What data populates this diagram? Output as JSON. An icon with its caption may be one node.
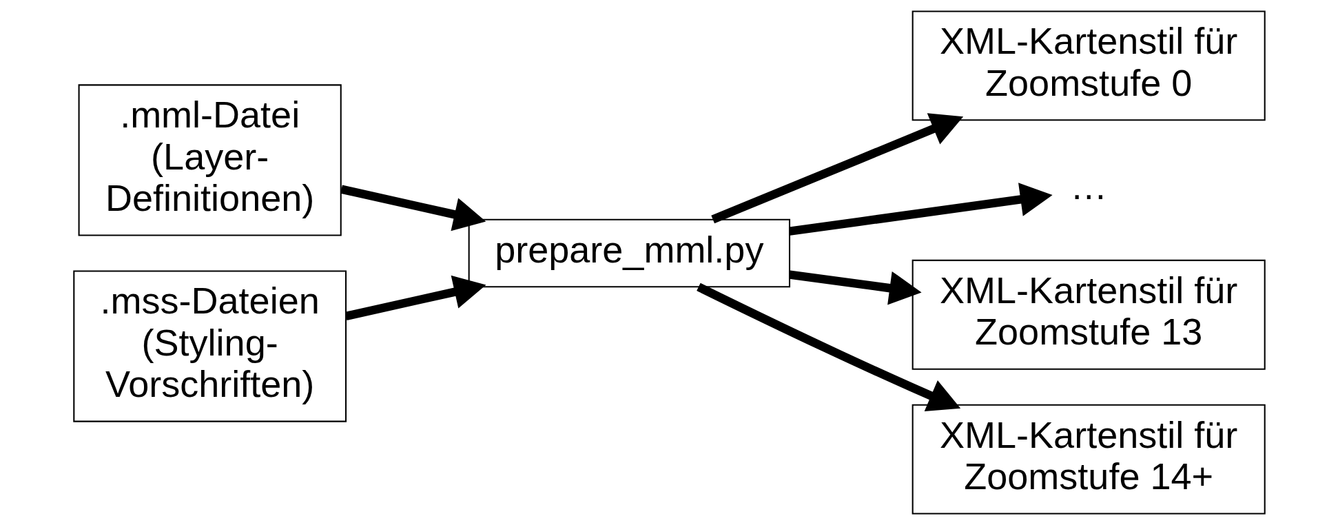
{
  "diagram": {
    "nodes": [
      {
        "text": [
          ".mml-Datei (Layer- Definitionen)"
        ]
      },
      {
        "text": [
          ".mss-Dateien (Styling- Vorschriften)"
        ]
      },
      {
        "text": [
          "prepare_mml.py"
        ]
      },
      {
        "text": [
          "XML-Kartenstil für Zoomstufe 0"
        ]
      },
      {
        "text": [
          "…"
        ]
      },
      {
        "text": [
          "XML-Kartenstil für Zoomstufe 13"
        ]
      },
      {
        "text": [
          "XML-Kartenstil für Zoomstufe 14+"
        ]
      }
    ],
    "edges": [
      {
        "from": 0,
        "to": 2,
        "arrow": "to"
      },
      {
        "from": 1,
        "to": 2,
        "arrow": "to"
      },
      {
        "from": 2,
        "to": 3,
        "arrow": "to"
      },
      {
        "from": 2,
        "to": 4,
        "arrow": "to"
      },
      {
        "from": 2,
        "to": 5,
        "arrow": "to"
      },
      {
        "from": 2,
        "to": 6,
        "arrow": "to"
      }
    ]
  }
}
